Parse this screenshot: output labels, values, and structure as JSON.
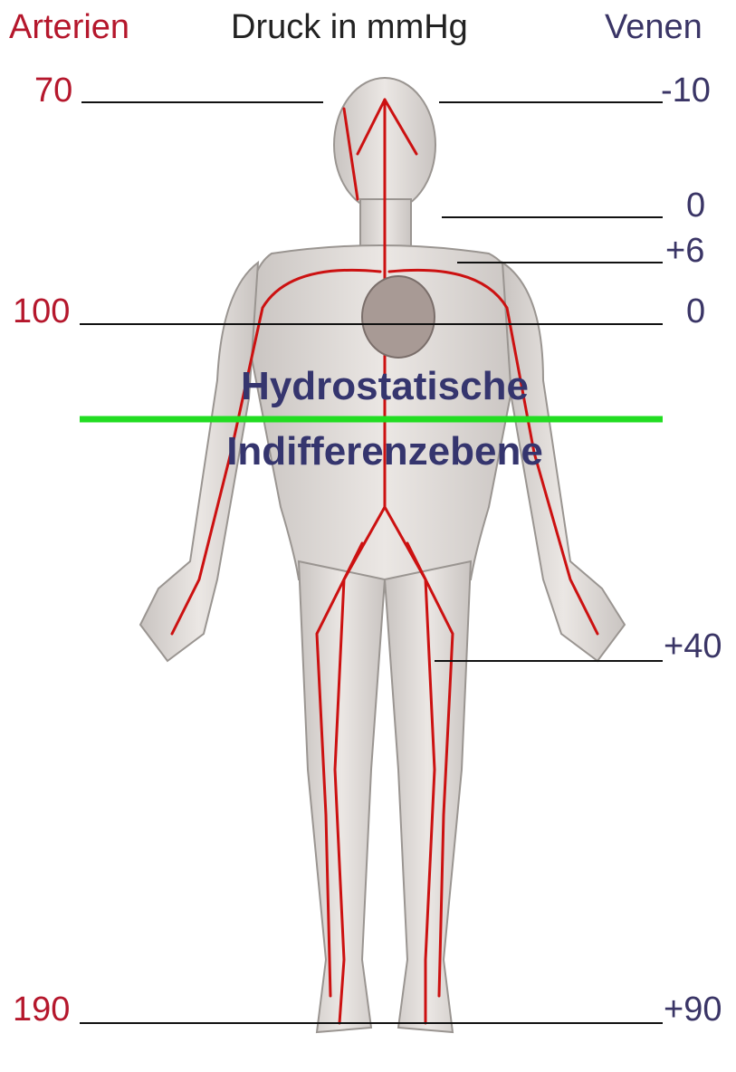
{
  "header": {
    "arterien": "Arterien",
    "druck": "Druck in mmHg",
    "venen": "Venen"
  },
  "arterial_values": [
    "70",
    "100",
    "190"
  ],
  "venous_values": [
    "-10",
    "0",
    "+6",
    "0",
    "+40",
    "+90"
  ],
  "indifference_plane": {
    "line1": "Hydrostatische",
    "line2": "Indifferenzebene"
  },
  "colors": {
    "arterial": "#b5172c",
    "venous": "#3a3566",
    "indifference_line": "#22dd22",
    "vessels": "#cc1111",
    "skin": "#e2dedb"
  }
}
